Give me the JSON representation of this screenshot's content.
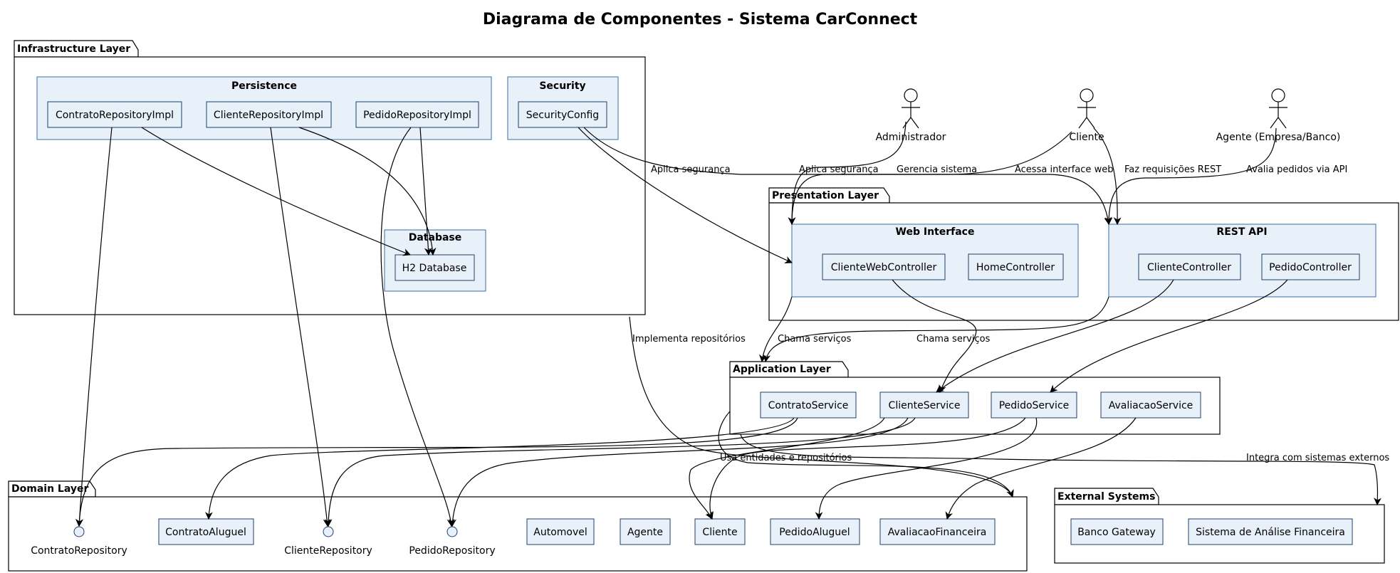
{
  "title": "Diagrama de Componentes - Sistema CarConnect",
  "packages": {
    "infrastructure": "Infrastructure Layer",
    "presentation": "Presentation Layer",
    "application": "Application Layer",
    "domain": "Domain Layer",
    "external": "External Systems"
  },
  "groups": {
    "persistence": "Persistence",
    "security": "Security",
    "database": "Database",
    "web_interface": "Web Interface",
    "rest_api": "REST API"
  },
  "components": {
    "contrato_repo_impl": "ContratoRepositoryImpl",
    "cliente_repo_impl": "ClienteRepositoryImpl",
    "pedido_repo_impl": "PedidoRepositoryImpl",
    "security_config": "SecurityConfig",
    "h2_database": "H2 Database",
    "cliente_web_controller": "ClienteWebController",
    "home_controller": "HomeController",
    "cliente_controller": "ClienteController",
    "pedido_controller": "PedidoController",
    "contrato_service": "ContratoService",
    "cliente_service": "ClienteService",
    "pedido_service": "PedidoService",
    "avaliacao_service": "AvaliacaoService",
    "contrato_aluguel": "ContratoAluguel",
    "automovel": "Automovel",
    "agente": "Agente",
    "cliente": "Cliente",
    "pedido_aluguel": "PedidoAluguel",
    "avaliacao_financeira": "AvaliacaoFinanceira",
    "banco_gateway": "Banco Gateway",
    "sistema_analise": "Sistema de Análise Financeira"
  },
  "interfaces": {
    "contrato_repository": "ContratoRepository",
    "cliente_repository": "ClienteRepository",
    "pedido_repository": "PedidoRepository"
  },
  "actors": {
    "administrador": "Administrador",
    "cliente": "Cliente",
    "agente": "Agente (Empresa/Banco)"
  },
  "edge_labels": {
    "aplica_seguranca_1": "Aplica segurança",
    "aplica_seguranca_2": "Aplica segurança",
    "gerencia_sistema": "Gerencia sistema",
    "acessa_interface_web": "Acessa interface web",
    "faz_requisicoes_rest": "Faz requisições REST",
    "avalia_pedidos_api": "Avalia pedidos via API",
    "implementa_repositorios": "Implementa repositórios",
    "chama_servicos_1": "Chama serviços",
    "chama_servicos_2": "Chama serviços",
    "usa_entidades": "Usa entidades e repositórios",
    "integra_externos": "Integra com sistemas externos"
  }
}
